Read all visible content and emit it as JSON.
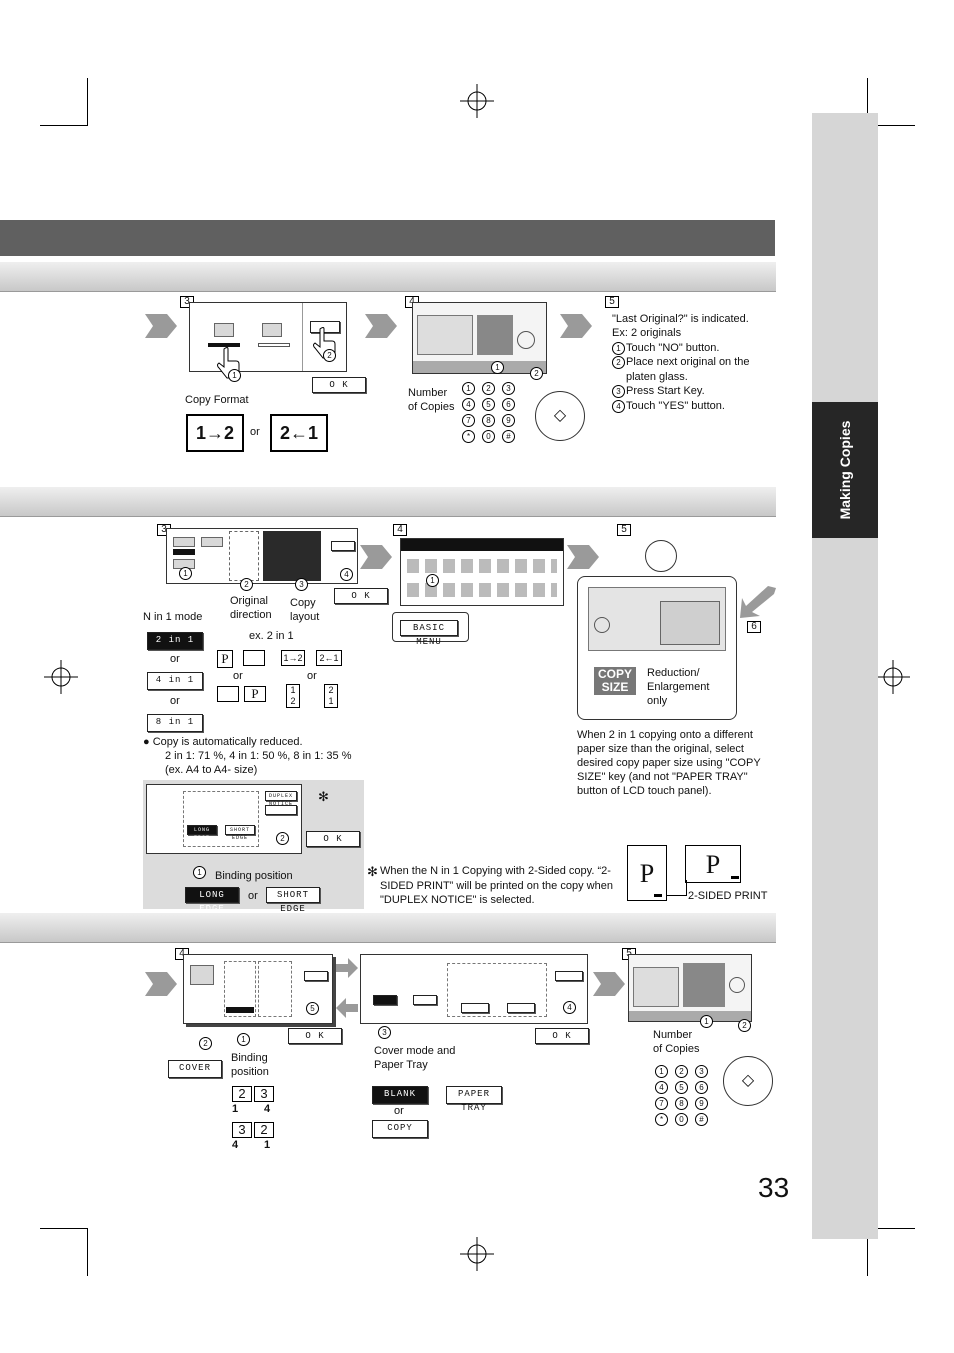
{
  "page": {
    "number": "33",
    "side_tab": "Making Copies"
  },
  "section1": {
    "steps": [
      "3",
      "4",
      "5"
    ],
    "copy_format_label": "Copy Format",
    "or": "or",
    "ok_label": "O K",
    "number_of_copies": "Number\nof Copies",
    "instructions_title": "\"Last Original?\" is indicated.",
    "instructions_ex": "Ex: 2 originals",
    "instructions": [
      "Touch \"NO\" button.",
      "Place next original on the",
      "platen glass.",
      "Press Start Key.",
      "Touch \"YES\" button."
    ],
    "book_left": "1→2",
    "book_right": "2←1"
  },
  "section2": {
    "steps": [
      "3",
      "4",
      "5",
      "6"
    ],
    "n_in_1_mode": "N in 1 mode",
    "original_direction": "Original\ndirection",
    "copy_layout": "Copy\nlayout",
    "ex_label": "ex. 2 in 1",
    "modes": [
      "2 in 1",
      "4 in 1",
      "8 in 1"
    ],
    "or": "or",
    "bullet_text": "Copy is automatically reduced.",
    "ratios": "2 in 1: 71 %, 4 in 1: 50 %, 8 in 1: 35 %",
    "ratio_example": "(ex. A4 to A4- size)",
    "basic_menu": "BASIC MENU",
    "ok_label": "O K",
    "copy_size_key": "COPY\nSIZE",
    "reduction_label": "Reduction/\nEnlargement\nonly",
    "note_text": "When 2 in 1 copying onto a different paper size than the original, select desired copy paper size using \"COPY SIZE\" key (and not \"PAPER TRAY\" button of LCD touch panel).",
    "binding_position": "Binding position",
    "long_edge": "LONG EDGE",
    "short_edge": "SHORT EDGE",
    "duplex_notice": "DUPLEX NOTICE",
    "asterisk_note": "When the N in 1 Copying with 2-Sided copy. “2-SIDED PRINT” will be printed on the copy when \"DUPLEX NOTICE\" is selected.",
    "two_sided_print": "2-SIDED PRINT",
    "sheet_letter": "P"
  },
  "section3": {
    "steps": [
      "4",
      "5"
    ],
    "cover": "COVER",
    "binding_position": "Binding\nposition",
    "cover_mode": "Cover mode and\nPaper Tray",
    "blank": "BLANK",
    "paper_tray": "PAPER TRAY",
    "copy": "COPY",
    "or": "or",
    "ok_label": "O K",
    "number_of_copies": "Number\nof Copies",
    "binding_a_top": [
      "2",
      "3"
    ],
    "binding_a_bottom": [
      "1",
      "4"
    ],
    "binding_b_top": [
      "3",
      "2"
    ],
    "binding_b_bottom": [
      "4",
      "1"
    ]
  },
  "keypad": [
    "1",
    "2",
    "3",
    "4",
    "5",
    "6",
    "7",
    "8",
    "9",
    "*",
    "0",
    "#"
  ],
  "colors": {
    "band_dark": "#606060",
    "sidebar": "#d6d6d6",
    "tab": "#262626",
    "arrow": "#9a9a9a"
  }
}
